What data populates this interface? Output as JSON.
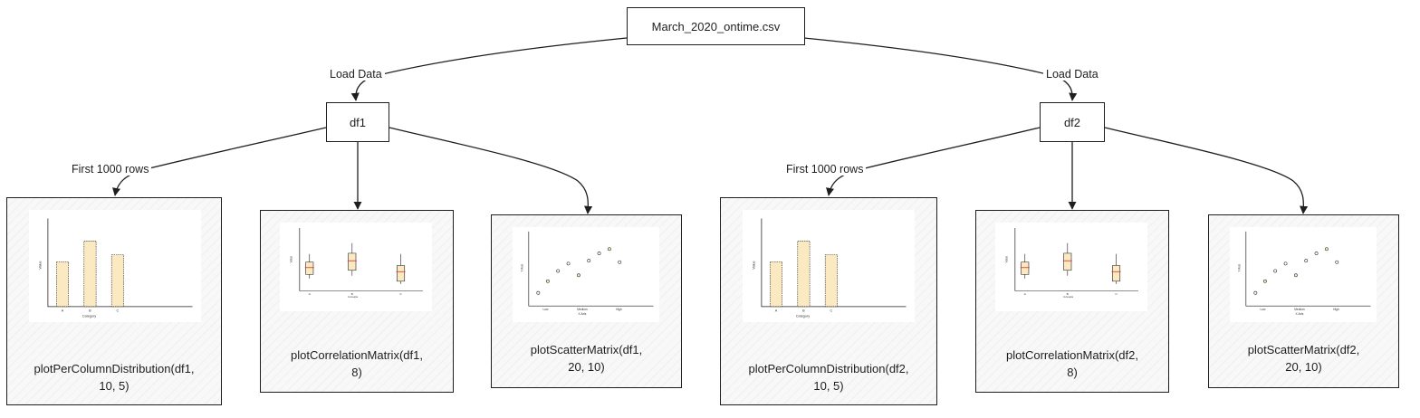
{
  "root": {
    "label": "March_2020_ontime.csv"
  },
  "edges": {
    "load_left": "Load Data",
    "load_right": "Load Data",
    "rows_left": "First 1000 rows",
    "rows_right": "First 1000 rows"
  },
  "nodes": {
    "df1": "df1",
    "df2": "df2"
  },
  "cards": [
    {
      "label": "plotPerColumnDistribution(df1,\n10, 5)"
    },
    {
      "label": "plotCorrelationMatrix(df1,\n8)"
    },
    {
      "label": "plotScatterMatrix(df1,\n20, 10)"
    },
    {
      "label": "plotPerColumnDistribution(df2,\n10, 5)"
    },
    {
      "label": "plotCorrelationMatrix(df2,\n8)"
    },
    {
      "label": "plotScatterMatrix(df2,\n20, 10)"
    }
  ],
  "thumbs": {
    "bar": {
      "ylabel": "Value",
      "xlabel": "Category",
      "categories": [
        "A",
        "B",
        "C"
      ]
    },
    "box": {
      "ylabel": "Value",
      "xlabel": "Groups",
      "categories": [
        "A",
        "B",
        "C"
      ]
    },
    "scatter": {
      "ylabel": "Y Axis",
      "xlabel": "X Axis",
      "ticks": [
        "Low",
        "Medium",
        "High"
      ]
    }
  },
  "colors": {
    "bar_fill": "#fbe9c2",
    "median": "#e03131",
    "stroke": "#1e1e1e"
  }
}
